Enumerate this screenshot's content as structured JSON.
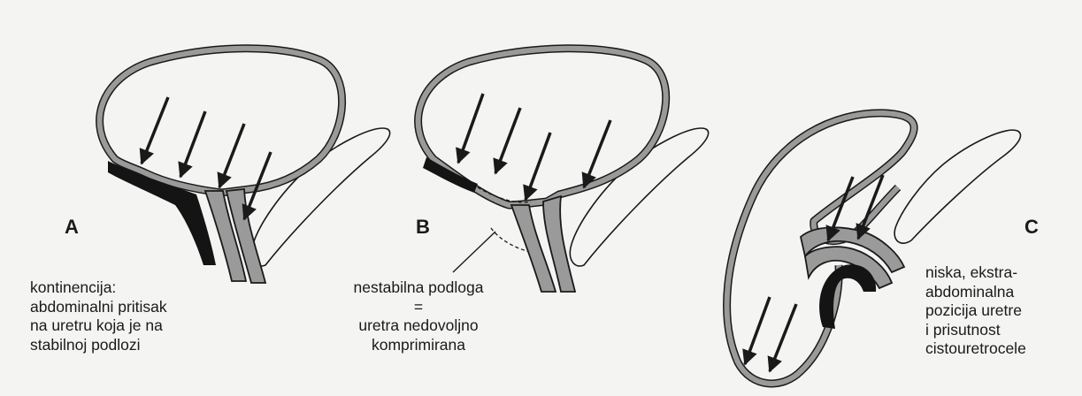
{
  "panels": [
    {
      "letter": "A",
      "caption_lines": [
        "kontinencija:",
        "abdominalni pritisak",
        "na uretru koja je na",
        "stabilnoj podlozi"
      ]
    },
    {
      "letter": "B",
      "caption_lines": [
        "nestabilna podloga",
        "=",
        "uretra nedovoljno",
        "komprimirana"
      ]
    },
    {
      "letter": "C",
      "caption_lines": [
        "niska, ekstra-",
        "abdominalna",
        "pozicija uretre",
        "i prisutnost",
        "cistouretrocele"
      ]
    }
  ],
  "colors": {
    "background": "#f4f4f2",
    "wall_fill": "#9a9a9a",
    "outline": "#1a1a1a",
    "support": "#141414"
  }
}
